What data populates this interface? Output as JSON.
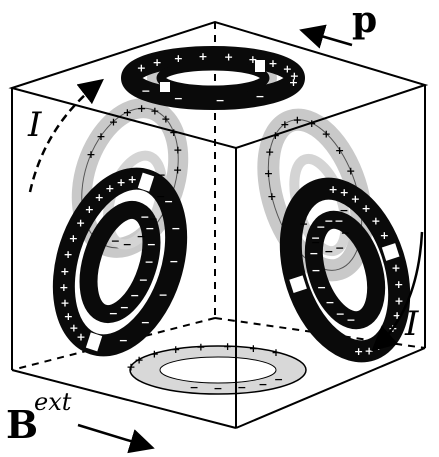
{
  "labels": {
    "momentum": "p",
    "current_top": "I",
    "current_right": "I",
    "field_base": "B",
    "field_superscript": "ext"
  },
  "signs": {
    "plus": "+",
    "minus": "−"
  },
  "colors": {
    "dark_ring": "#0a0a0a",
    "light_ring": "#c9c9c9",
    "edge": "#000000",
    "background": "#ffffff"
  }
}
